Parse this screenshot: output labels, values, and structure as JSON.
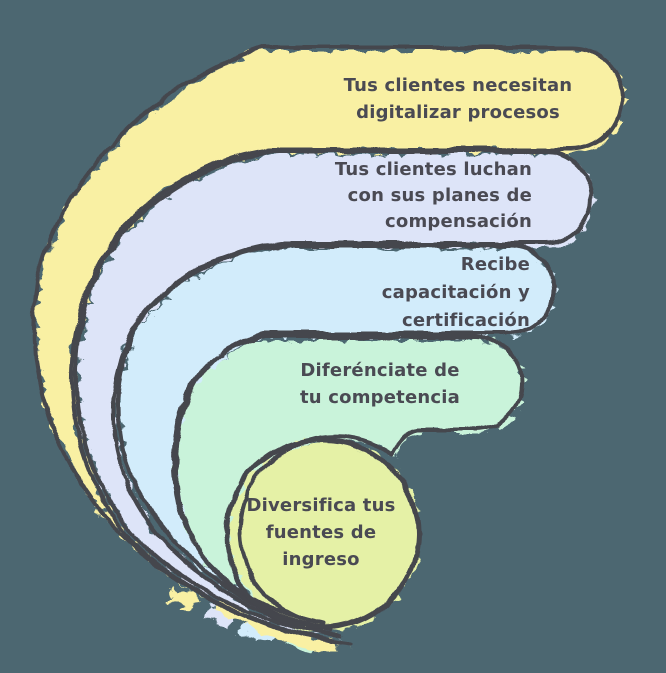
{
  "diagram": {
    "type": "spiral-funnel",
    "background_color": "#4c6771",
    "stroke_color": "#45464e",
    "text_color": "#4a4a53",
    "stages": [
      {
        "id": "stage-1",
        "label": "Tus clientes necesitan digitalizar procesos",
        "lines": [
          "Tus clientes necesitan",
          "digitalizar procesos"
        ],
        "color": "#f9f0a3"
      },
      {
        "id": "stage-2",
        "label": "Tus clientes luchan con sus planes de compensación",
        "lines": [
          "Tus clientes luchan",
          "con sus planes de",
          "compensación"
        ],
        "color": "#dde4f8"
      },
      {
        "id": "stage-3",
        "label": "Recibe capacitación y certificación",
        "lines": [
          "Recibe",
          "capacitación y",
          "certificación"
        ],
        "color": "#d2ecfb"
      },
      {
        "id": "stage-4",
        "label": "Diferénciate de tu competencia",
        "lines": [
          "Diferénciate de",
          "tu competencia"
        ],
        "color": "#c9f3da"
      },
      {
        "id": "stage-5",
        "label": "Diversifica tus fuentes de ingreso",
        "lines": [
          "Diversifica tus",
          "fuentes de",
          "ingreso"
        ],
        "color": "#e5f1a6"
      }
    ]
  }
}
